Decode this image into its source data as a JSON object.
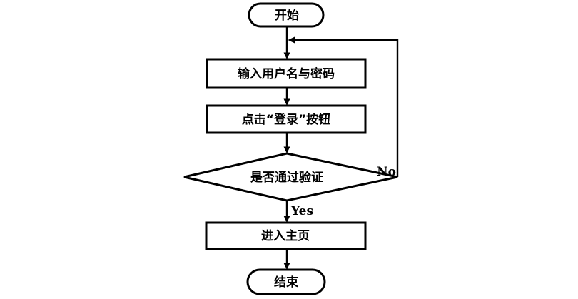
{
  "diagram": {
    "type": "flowchart",
    "background_color": "#ffffff",
    "stroke_color": "#000000",
    "node_fill_color": "#ffffff",
    "text_color": "#000000",
    "nodes": {
      "start": {
        "type": "terminator",
        "label": "开始"
      },
      "input_credentials": {
        "type": "process",
        "label": "输入用户名与密码"
      },
      "click_login": {
        "type": "process",
        "label": "点击“登录”按钮"
      },
      "verify": {
        "type": "decision",
        "label": "是否通过验证"
      },
      "enter_home": {
        "type": "process",
        "label": "进入主页"
      },
      "end": {
        "type": "terminator",
        "label": "结束"
      }
    },
    "edge_labels": {
      "yes": "Yes",
      "no": "No"
    },
    "edges": [
      {
        "from": "start",
        "to": "input_credentials",
        "label": ""
      },
      {
        "from": "input_credentials",
        "to": "click_login",
        "label": ""
      },
      {
        "from": "click_login",
        "to": "verify",
        "label": ""
      },
      {
        "from": "verify",
        "to": "enter_home",
        "label": "Yes"
      },
      {
        "from": "verify",
        "to": "input_credentials",
        "label": "No"
      },
      {
        "from": "enter_home",
        "to": "end",
        "label": ""
      }
    ]
  }
}
